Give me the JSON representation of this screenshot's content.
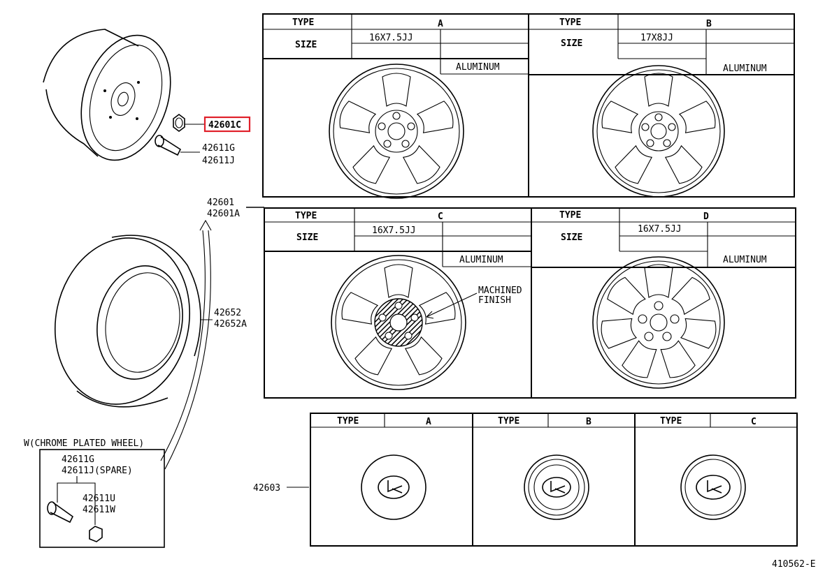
{
  "callouts": {
    "lug_nut": "42601C",
    "valve_1": "42611G",
    "valve_2": "42611J",
    "wheel_1": "42601",
    "wheel_2": "42601A",
    "tire_1": "42652",
    "tire_2": "42652A",
    "chrome_title": "W(CHROME PLATED WHEEL)",
    "chrome_valve_1": "42611G",
    "chrome_valve_2": "42611J(SPARE)",
    "chrome_nut_1": "42611U",
    "chrome_nut_2": "42611W",
    "cap": "42603",
    "diagram_id": "410562-E"
  },
  "labels": {
    "type": "TYPE",
    "size": "SIZE",
    "machined": "MACHINED",
    "finish": "FINISH"
  },
  "wheels": [
    {
      "type": "A",
      "size": "16X7.5JJ",
      "material": "ALUMINUM"
    },
    {
      "type": "B",
      "size": "17X8JJ",
      "material": "ALUMINUM"
    },
    {
      "type": "C",
      "size": "16X7.5JJ",
      "material": "ALUMINUM"
    },
    {
      "type": "D",
      "size": "16X7.5JJ",
      "material": "ALUMINUM"
    }
  ],
  "caps": [
    {
      "type": "A"
    },
    {
      "type": "B"
    },
    {
      "type": "C"
    }
  ],
  "colors": {
    "highlight": "#e0202a",
    "ink": "#000000"
  }
}
